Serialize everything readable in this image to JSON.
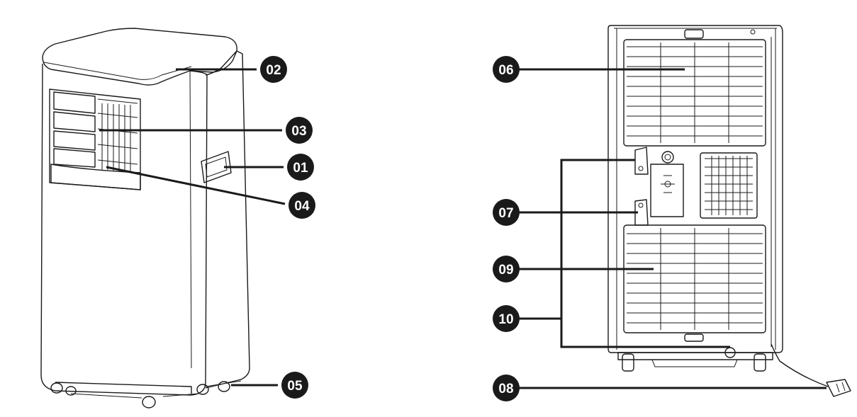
{
  "callouts": {
    "c01": "01",
    "c02": "02",
    "c03": "03",
    "c04": "04",
    "c05": "05",
    "c06": "06",
    "c07": "07",
    "c08": "08",
    "c09": "09",
    "c10": "10"
  },
  "colors": {
    "line": "#1a1a1a",
    "badge": "#1a1a1a",
    "background": "#ffffff"
  }
}
